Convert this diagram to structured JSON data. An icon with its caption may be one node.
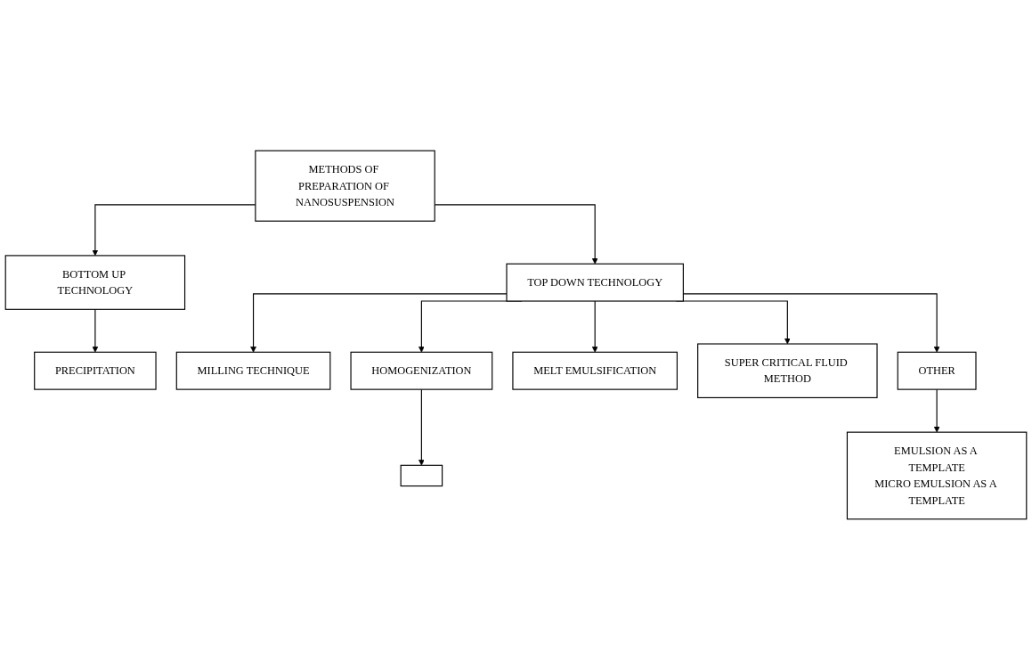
{
  "diagram": {
    "nodes": [
      {
        "text": [
          "METHODS OF PREPARATION OF NANOSUSPENSION"
        ]
      },
      {
        "text": [
          "BOTTOM UP TECHNOLOGY"
        ]
      },
      {
        "text": [
          "TOP DOWN TECHNOLOGY"
        ]
      },
      {
        "text": [
          "PRECIPITATION"
        ]
      },
      {
        "text": [
          "MILLING TECHNIQUE"
        ]
      },
      {
        "text": [
          "HOMOGENIZATION"
        ]
      },
      {
        "text": [
          "MELT EMULSIFICATION"
        ]
      },
      {
        "text": [
          "SUPER CRITICAL FLUID METHOD"
        ]
      },
      {
        "text": [
          "OTHER"
        ]
      },
      {
        "text": [],
        "shape": "box"
      },
      {
        "text": [
          "EMULSION AS A TEMPLATE",
          "MICRO EMULSION AS A TEMPLATE"
        ]
      }
    ],
    "edges": [
      {
        "from": 0,
        "to": 1,
        "arrow": "to"
      },
      {
        "from": 0,
        "to": 2,
        "arrow": "to"
      },
      {
        "from": 1,
        "to": 3,
        "arrow": "to"
      },
      {
        "from": 2,
        "to": 4,
        "arrow": "to"
      },
      {
        "from": 2,
        "to": 5,
        "arrow": "to"
      },
      {
        "from": 2,
        "to": 6,
        "arrow": "to"
      },
      {
        "from": 2,
        "to": 7,
        "arrow": "to"
      },
      {
        "from": 2,
        "to": 8,
        "arrow": "to"
      },
      {
        "from": 5,
        "to": 9,
        "arrow": "to"
      },
      {
        "from": 8,
        "to": 10,
        "arrow": "to"
      }
    ]
  }
}
